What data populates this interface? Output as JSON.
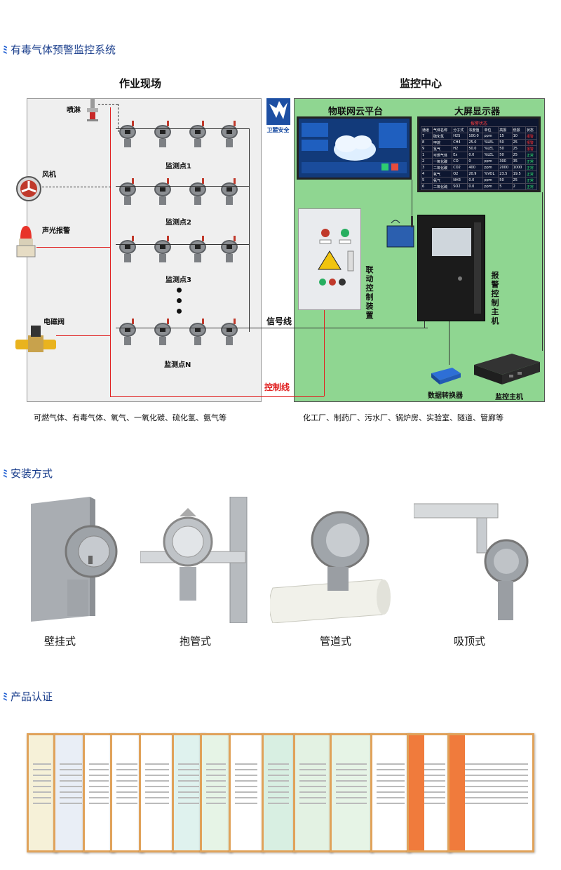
{
  "sections": {
    "system": "有毒气体预警监控系统",
    "install": "安装方式",
    "cert": "产品认证"
  },
  "diagram": {
    "field_title": "作业现场",
    "center_title": "监控中心",
    "logo_text": "卫麓安全",
    "sprinkler": "喷淋",
    "fan": "风机",
    "alarm": "声光报警",
    "valve": "电磁阀",
    "points": [
      "监测点1",
      "监测点2",
      "监测点3",
      "监测点N"
    ],
    "signal_line": "信号线",
    "control_line": "控制线",
    "iot_platform": "物联网云平台",
    "big_screen": "大屏显示器",
    "linkage_device": "联动控制装置",
    "alarm_host": "报警控制主机",
    "converter": "数据转换器",
    "monitor_host": "监控主机",
    "screen_header": "报警状态",
    "table_rows": [
      [
        "7",
        "硫化氢",
        "H2S",
        "100.0",
        "ppm",
        "15",
        "10",
        "报警"
      ],
      [
        "8",
        "甲烷",
        "CH4",
        "25.0",
        "%LEL",
        "50",
        "25",
        "报警"
      ],
      [
        "9",
        "氢气",
        "H2",
        "50.0",
        "%LEL",
        "50",
        "25",
        "报警"
      ],
      [
        "1",
        "可燃气体",
        "Ex",
        "0.0",
        "%LEL",
        "50",
        "25",
        "正常"
      ],
      [
        "2",
        "一氧化碳",
        "CO",
        "0",
        "ppm",
        "300",
        "35",
        "正常"
      ],
      [
        "3",
        "二氧化碳",
        "CO2",
        "400",
        "ppm",
        "2000",
        "1000",
        "正常"
      ],
      [
        "4",
        "氧气",
        "O2",
        "20.9",
        "%VOL",
        "23.5",
        "19.5",
        "正常"
      ],
      [
        "5",
        "氨气",
        "NH3",
        "0.0",
        "ppm",
        "50",
        "25",
        "正常"
      ],
      [
        "6",
        "二氧化硫",
        "SO2",
        "0.0",
        "ppm",
        "5",
        "2",
        "正常"
      ]
    ],
    "table_header": [
      "通道",
      "气体名称",
      "分子式",
      "浓度值",
      "单位",
      "高报",
      "低报",
      "状态"
    ]
  },
  "captions": {
    "gases": "可燃气体、有毒气体、氧气、一氧化碳、硫化氢、氨气等",
    "places": "化工厂、制药厂、污水厂、锅炉房、实验室、隧道、管廊等"
  },
  "mounting": [
    "壁挂式",
    "抱管式",
    "管道式",
    "吸顶式"
  ],
  "colors": {
    "accent": "#1a3e8c",
    "center_bg": "#8fd691",
    "control_red": "#e02020",
    "cert_border": "#e0a25a"
  }
}
